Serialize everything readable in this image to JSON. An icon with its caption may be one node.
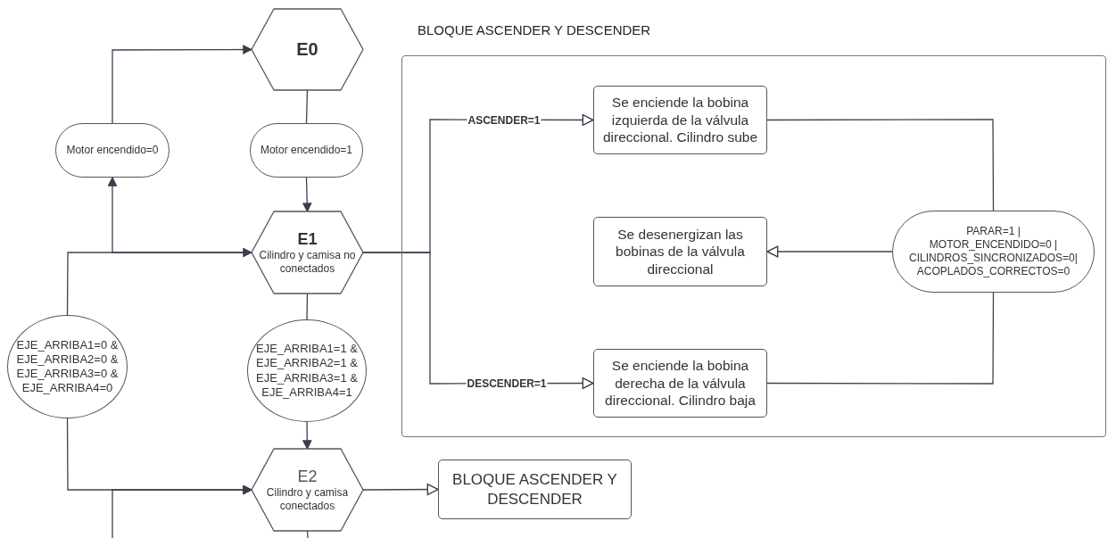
{
  "diagram": {
    "nodes": [
      {
        "text": [
          "E0"
        ]
      },
      {
        "text": [
          "Motor encendido=0"
        ]
      },
      {
        "text": [
          "Motor encendido=1"
        ]
      },
      {
        "text": [
          "E1",
          "Cilindro y camisa no conectados"
        ]
      },
      {
        "text": [
          "EJE_ARRIBA1=0 & EJE_ARRIBA2=0 & EJE_ARRIBA3=0 & EJE_ARRIBA4=0"
        ]
      },
      {
        "text": [
          "EJE_ARRIBA1=1 & EJE_ARRIBA2=1 & EJE_ARRIBA3=1 & EJE_ARRIBA4=1"
        ]
      },
      {
        "text": [
          "E2",
          "Cilindro y camisa conectados"
        ]
      },
      {
        "text": [
          "BLOQUE ASCENDER Y DESCENDER"
        ]
      },
      {
        "text": [
          "BLOQUE ASCENDER Y DESCENDER"
        ]
      },
      {
        "text": [
          "Se enciende la bobina izquierda de la válvula direccional. Cilindro sube"
        ],
        "in": 8
      },
      {
        "text": [
          "Se desenergizan las bobinas de la válvula direccional"
        ],
        "in": 8
      },
      {
        "text": [
          "Se enciende la bobina derecha de la válvula direccional. Cilindro baja"
        ],
        "in": 8
      },
      {
        "text": [
          "PARAR=1 | MOTOR_ENCENDIDO=0 | CILINDROS_SINCRONIZADOS=0| ACOPLADOS_CORRECTOS=0"
        ],
        "in": 8
      }
    ],
    "edges": [
      {
        "from": 1,
        "to": 0,
        "arrow": "to"
      },
      {
        "from": 0,
        "to": 2,
        "arrow": "none"
      },
      {
        "from": 2,
        "to": 3,
        "arrow": "to"
      },
      {
        "from": 3,
        "to": 1,
        "arrow": "to"
      },
      {
        "from": 4,
        "to": 3,
        "arrow": "to"
      },
      {
        "from": 3,
        "to": 5,
        "arrow": "none"
      },
      {
        "from": 5,
        "to": 6,
        "arrow": "to"
      },
      {
        "from": 4,
        "to": 6,
        "arrow": "to"
      },
      {
        "from": null,
        "to": 6,
        "arrow": "to"
      },
      {
        "from": 6,
        "to": null,
        "arrow": "none"
      },
      {
        "from": 6,
        "to": 7,
        "arrow": "to"
      },
      {
        "from": 3,
        "to": 9,
        "arrow": "to",
        "label": "ASCENDER=1"
      },
      {
        "from": 3,
        "to": 11,
        "arrow": "to",
        "label": "DESCENDER=1"
      },
      {
        "from": 9,
        "to": 12,
        "arrow": "none"
      },
      {
        "from": 11,
        "to": 12,
        "arrow": "none"
      },
      {
        "from": 12,
        "to": 10,
        "arrow": "to"
      }
    ]
  }
}
